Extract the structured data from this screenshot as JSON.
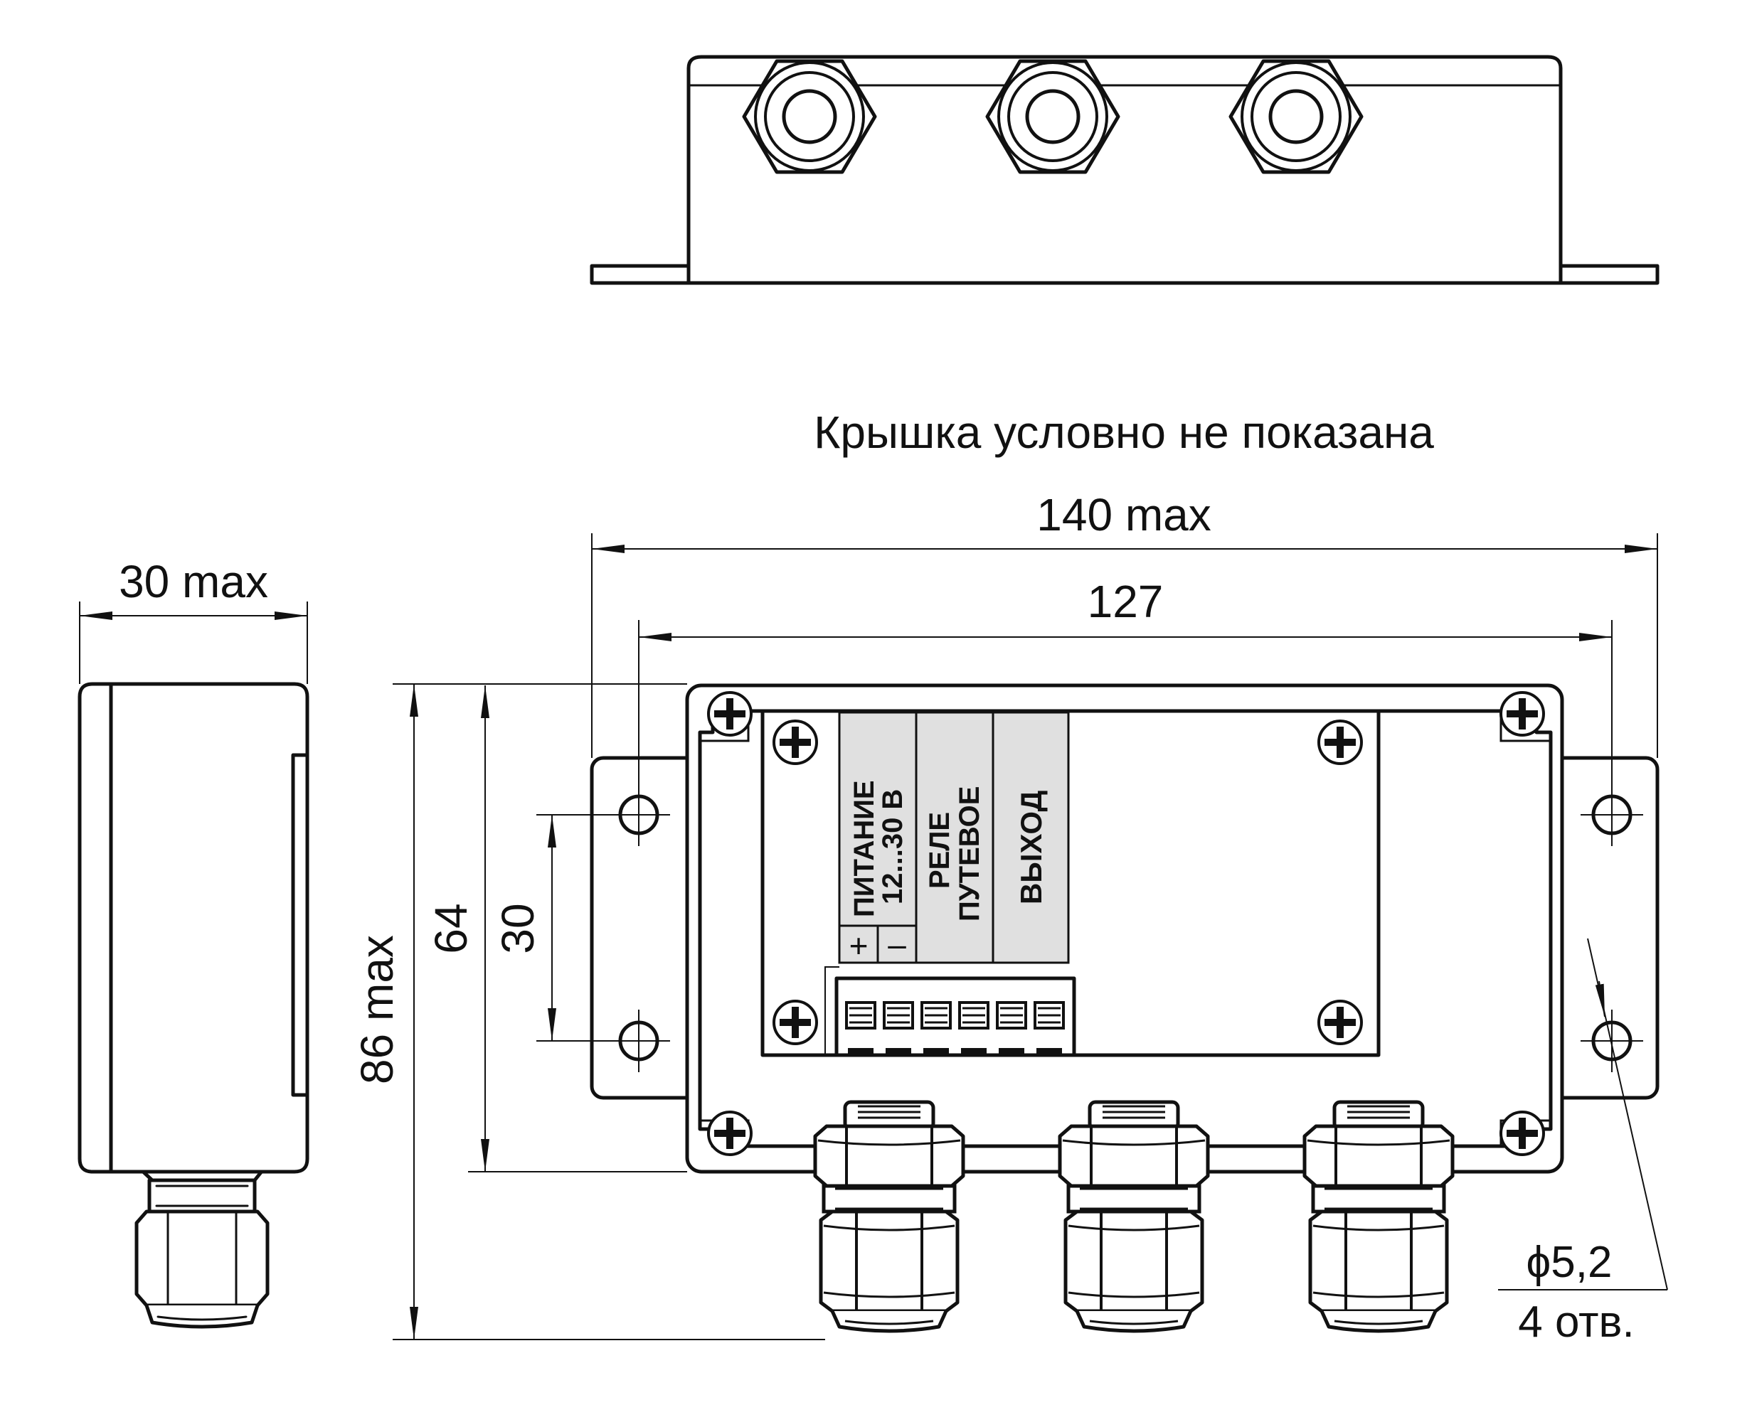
{
  "note": "Крышка условно не показана",
  "dimensions": {
    "overall_width": "140 max",
    "mount_spacing": "127",
    "side_depth": "30 max",
    "overall_height": "86 max",
    "body_height": "64",
    "hole_spacing": "30",
    "hole_diameter": "ϕ5,2",
    "hole_count": "4 отв."
  },
  "terminal_labels": {
    "power_line1": "ПИТАНИЕ",
    "power_line2": "12...30 В",
    "relay_line1": "РЕЛЕ",
    "relay_line2": "ПУТЕВОЕ",
    "output": "ВЫХОД",
    "plus": "+",
    "minus": "–"
  },
  "colors": {
    "line": "#111111",
    "label_fill": "#e0e0e0",
    "background": "#ffffff"
  }
}
